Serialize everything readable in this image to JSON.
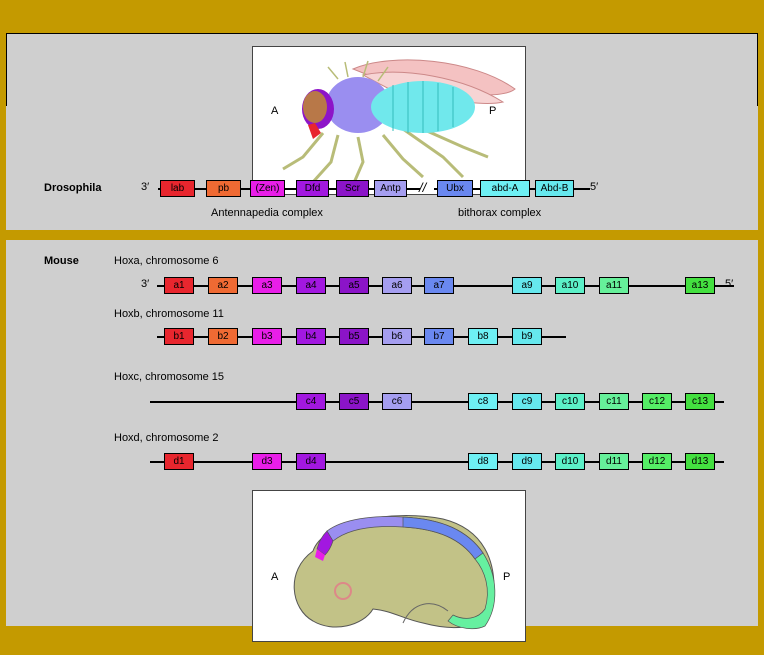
{
  "fly": {
    "anterior": "A",
    "posterior": "P"
  },
  "embryo": {
    "anterior": "A",
    "posterior": "P"
  },
  "drosophila": {
    "label": "Drosophila",
    "end3": "3′",
    "end5": "5′",
    "break_mark": "//",
    "genes": [
      {
        "name": "lab",
        "color": "#e8262e"
      },
      {
        "name": "pb",
        "color": "#ef6a33"
      },
      {
        "name": "(Zen)",
        "color": "#e81ee8"
      },
      {
        "name": "Dfd",
        "color": "#a218e0"
      },
      {
        "name": "Scr",
        "color": "#8b14c8"
      },
      {
        "name": "Antp",
        "color": "#a59ef0"
      },
      {
        "name": "Ubx",
        "color": "#6a88f0"
      },
      {
        "name": "abd-A",
        "color": "#6ef0f4"
      },
      {
        "name": "Abd-B",
        "color": "#66e8ee"
      }
    ],
    "complex_antp": "Antennapedia complex",
    "complex_bx": "bithorax complex"
  },
  "mouse": {
    "label": "Mouse",
    "end3": "3′",
    "end5": "5′",
    "clusters": [
      {
        "title": "Hoxa, chromosome 6",
        "genes": [
          "a1",
          "a2",
          "a3",
          "a4",
          "a5",
          "a6",
          "a7",
          "a9",
          "a10",
          "a11",
          "a13"
        ]
      },
      {
        "title": "Hoxb, chromosome 11",
        "genes": [
          "b1",
          "b2",
          "b3",
          "b4",
          "b5",
          "b6",
          "b7",
          "b8",
          "b9"
        ]
      },
      {
        "title": "Hoxc, chromosome 15",
        "genes": [
          "c4",
          "c5",
          "c6",
          "c8",
          "c9",
          "c10",
          "c11",
          "c12",
          "c13"
        ]
      },
      {
        "title": "Hoxd, chromosome 2",
        "genes": [
          "d1",
          "d3",
          "d4",
          "d8",
          "d9",
          "d10",
          "d11",
          "d12",
          "d13"
        ]
      }
    ]
  },
  "colors": {
    "1": "#e8262e",
    "2": "#ef6a33",
    "3": "#e81ee8",
    "4": "#a218e0",
    "5": "#8b14c8",
    "6": "#a59ef0",
    "7": "#6a88f0",
    "8": "#6ef0f4",
    "9": "#66e8ee",
    "10": "#5cf0c8",
    "11": "#66f09a",
    "12": "#55ee66",
    "13": "#44e040"
  }
}
